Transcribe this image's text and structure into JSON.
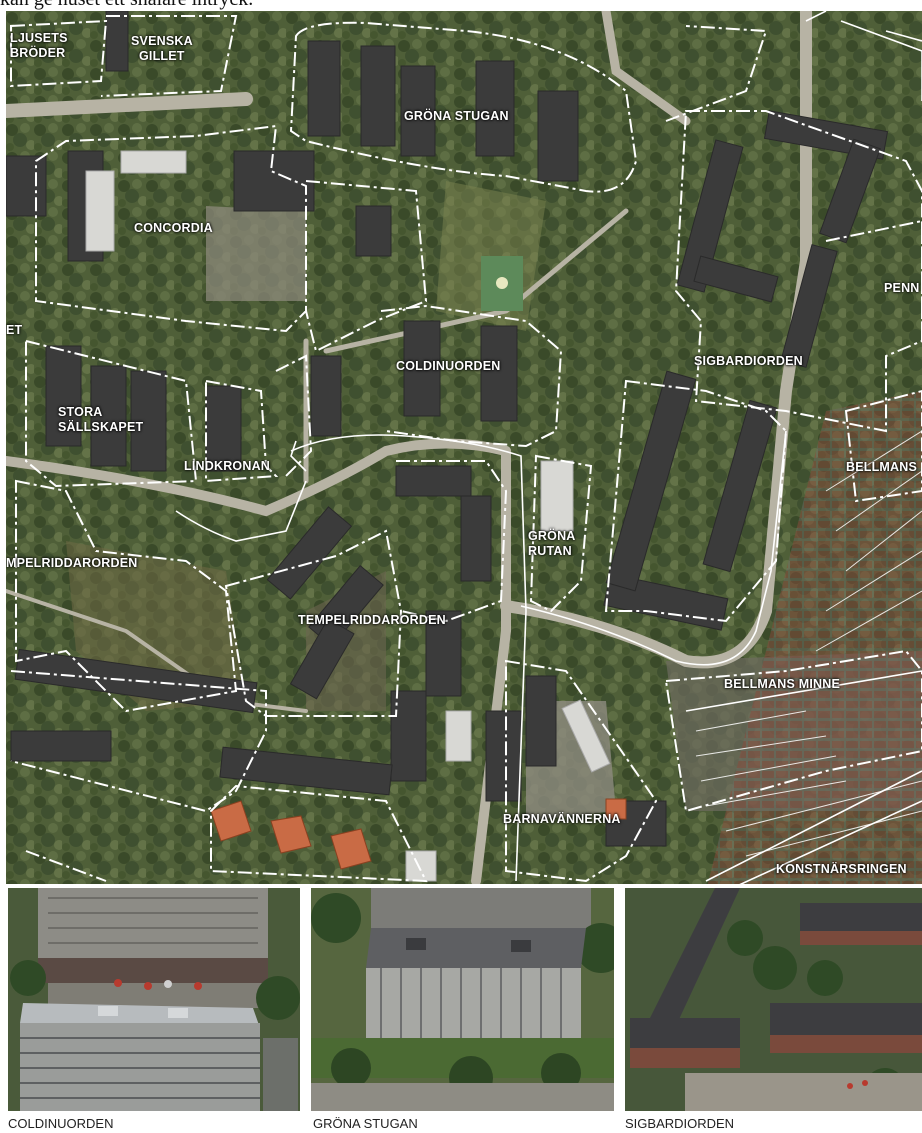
{
  "top_caption": "kan ge huset ett snålare intryck.",
  "map": {
    "labels": [
      {
        "id": "ljusets-broder",
        "lines": [
          "LJUSETS",
          "BRÖDER"
        ]
      },
      {
        "id": "svenska-gillet",
        "lines": [
          "SVENSKA",
          "GILLET"
        ]
      },
      {
        "id": "grona-stugan",
        "lines": [
          "GRÖNA STUGAN"
        ]
      },
      {
        "id": "concordia",
        "lines": [
          "CONCORDIA"
        ]
      },
      {
        "id": "coldinuorden",
        "lines": [
          "COLDINUORDEN"
        ]
      },
      {
        "id": "sigbardiorden",
        "lines": [
          "SIGBARDIORDEN"
        ]
      },
      {
        "id": "penn",
        "lines": [
          "PENN"
        ]
      },
      {
        "id": "et",
        "lines": [
          "ET"
        ]
      },
      {
        "id": "stora-sallskapet",
        "lines": [
          "STORA",
          "SÄLLSKAPET"
        ]
      },
      {
        "id": "lindkronan",
        "lines": [
          "LINDKRONAN"
        ]
      },
      {
        "id": "bellmans",
        "lines": [
          "BELLMANS"
        ]
      },
      {
        "id": "grona-rutan",
        "lines": [
          "GRÖNA",
          "RUTAN"
        ]
      },
      {
        "id": "mpelriddarorden",
        "lines": [
          "MPELRIDDARORDEN"
        ]
      },
      {
        "id": "tempelriddarorden",
        "lines": [
          "TEMPELRIDDARORDEN"
        ]
      },
      {
        "id": "bellmans-minne",
        "lines": [
          "BELLMANS MINNE"
        ]
      },
      {
        "id": "barnavannerna",
        "lines": [
          "BARNAVÄNNERNA"
        ]
      },
      {
        "id": "konstnarsringen",
        "lines": [
          "KONSTNÄRSRINGEN"
        ]
      }
    ]
  },
  "photos": [
    {
      "id": "coldinuorden",
      "caption": "COLDINUORDEN"
    },
    {
      "id": "grona-stugan",
      "caption": "GRÖNA STUGAN"
    },
    {
      "id": "sigbardiorden",
      "caption": "SIGBARDIORDEN"
    }
  ],
  "colors": {
    "vegetation_dark": "#3c4a2c",
    "vegetation": "#56663e",
    "roof_dark": "#3e3e3e",
    "road": "#b9b6aa",
    "boundary": "#ffffff"
  }
}
